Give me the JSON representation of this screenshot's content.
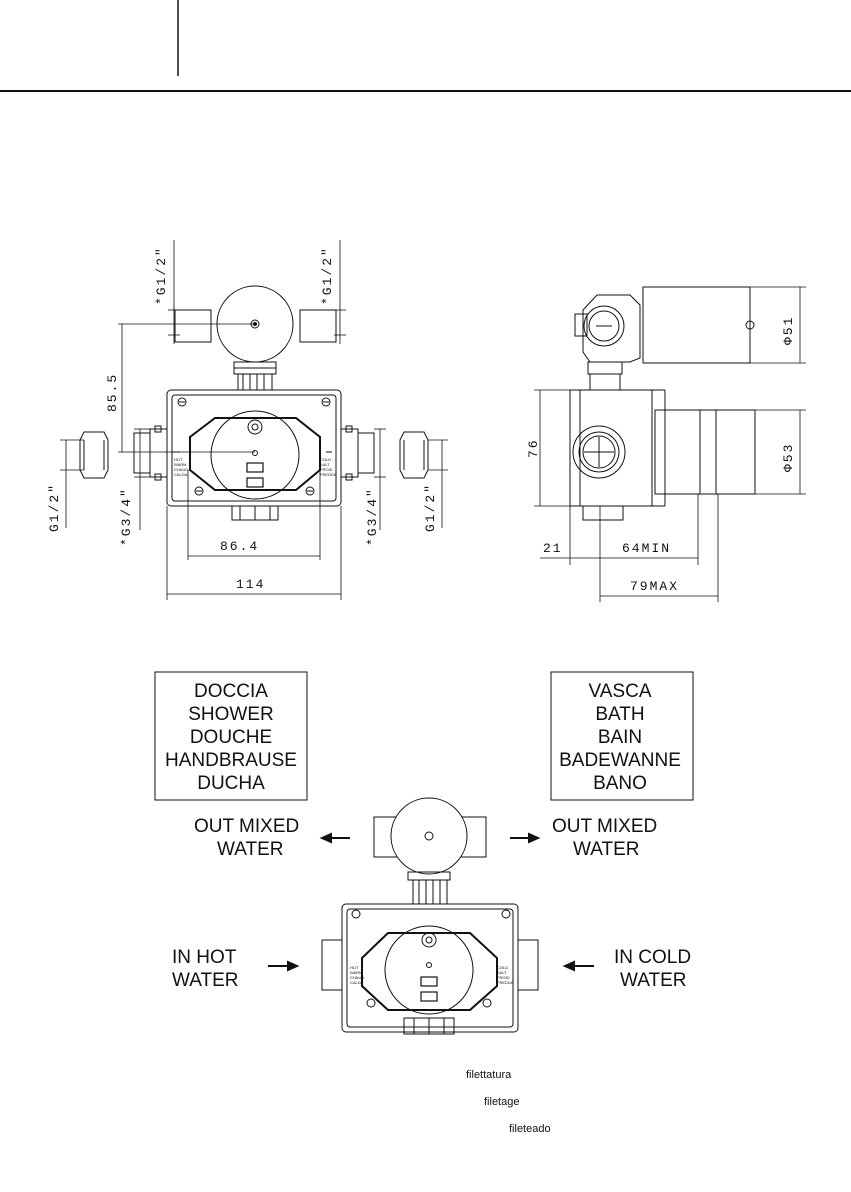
{
  "dimensions": {
    "g12_top_left": "*G1/2\"",
    "g12_top_right": "*G1/2\"",
    "d85_5": "85.5",
    "g12_left": "G1/2\"",
    "g34_left": "*G3/4\"",
    "g34_right": "*G3/4\"",
    "g12_right": "G1/2\"",
    "d86_4": "86.4",
    "d114": "114",
    "d76": "76",
    "d21": "21",
    "d64min": "64MIN",
    "d79max": "79MAX",
    "phi51": "Φ51",
    "phi53": "Φ53"
  },
  "valve_labels": {
    "hot": [
      "HOT",
      "WARM",
      "CHAUD",
      "CALDA"
    ],
    "cold": [
      "COLD",
      "KALT",
      "FROID",
      "FREDDA"
    ]
  },
  "shower_box": [
    "DOCCIA",
    "SHOWER",
    "DOUCHE",
    "HANDBRAUSE",
    "DUCHA"
  ],
  "bath_box": [
    "VASCA",
    "BATH",
    "BAIN",
    "BADEWANNE",
    "BANO"
  ],
  "flow": {
    "out_left": [
      "OUT MIXED",
      "WATER"
    ],
    "out_right": [
      "OUT MIXED",
      "WATER"
    ],
    "in_hot": [
      "IN HOT",
      "WATER"
    ],
    "in_cold": [
      "IN COLD",
      "WATER"
    ]
  },
  "thread_notes": [
    "filettatura",
    "filetage",
    "fileteado"
  ]
}
